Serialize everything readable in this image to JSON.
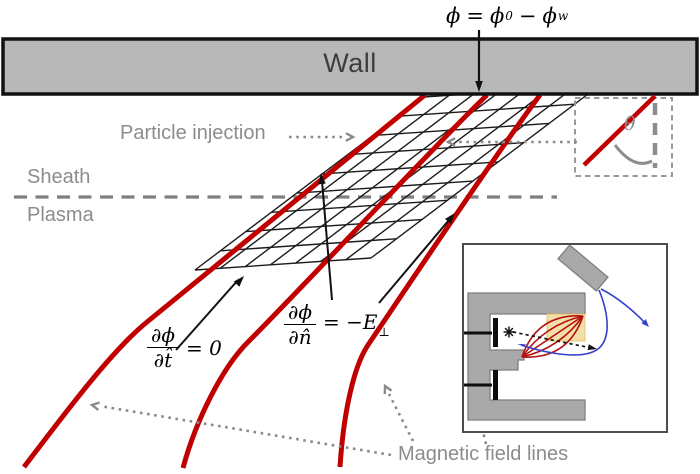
{
  "labels": {
    "wall": "Wall",
    "particle_injection": "Particle injection",
    "sheath": "Sheath",
    "plasma": "Plasma",
    "magnetic_field_lines": "Magnetic field lines",
    "theta": "θ"
  },
  "equations": {
    "wall_potential": {
      "lhs": "ϕ",
      "rel": "=",
      "t1": "ϕ",
      "t1sub": "0",
      "op": "−",
      "t2": "ϕ",
      "t2sub": "w"
    },
    "tangential": {
      "num": "∂ϕ",
      "den": "∂t̂",
      "rhs": "= 0"
    },
    "normal": {
      "num": "∂ϕ",
      "den": "∂n̂",
      "rhs": "= −E",
      "rhssub": "⊥"
    }
  },
  "colors": {
    "field_line_red": "#c00000",
    "wall_fill": "#b8b8b8",
    "wall_border": "#111111",
    "label_gray": "#8c8c8c",
    "grid_line": "#1c1c1c",
    "trajectory_blue": "#3340cc",
    "target_highlight": "#f3dfa7",
    "structure_gray": "#a9a9a9"
  },
  "icons": {
    "emission_marker": "eight-point-asterisk",
    "annotation_arrows": "gray-dotted-chevron-arrows",
    "boundary_arrows": "black-triangle-arrows"
  }
}
